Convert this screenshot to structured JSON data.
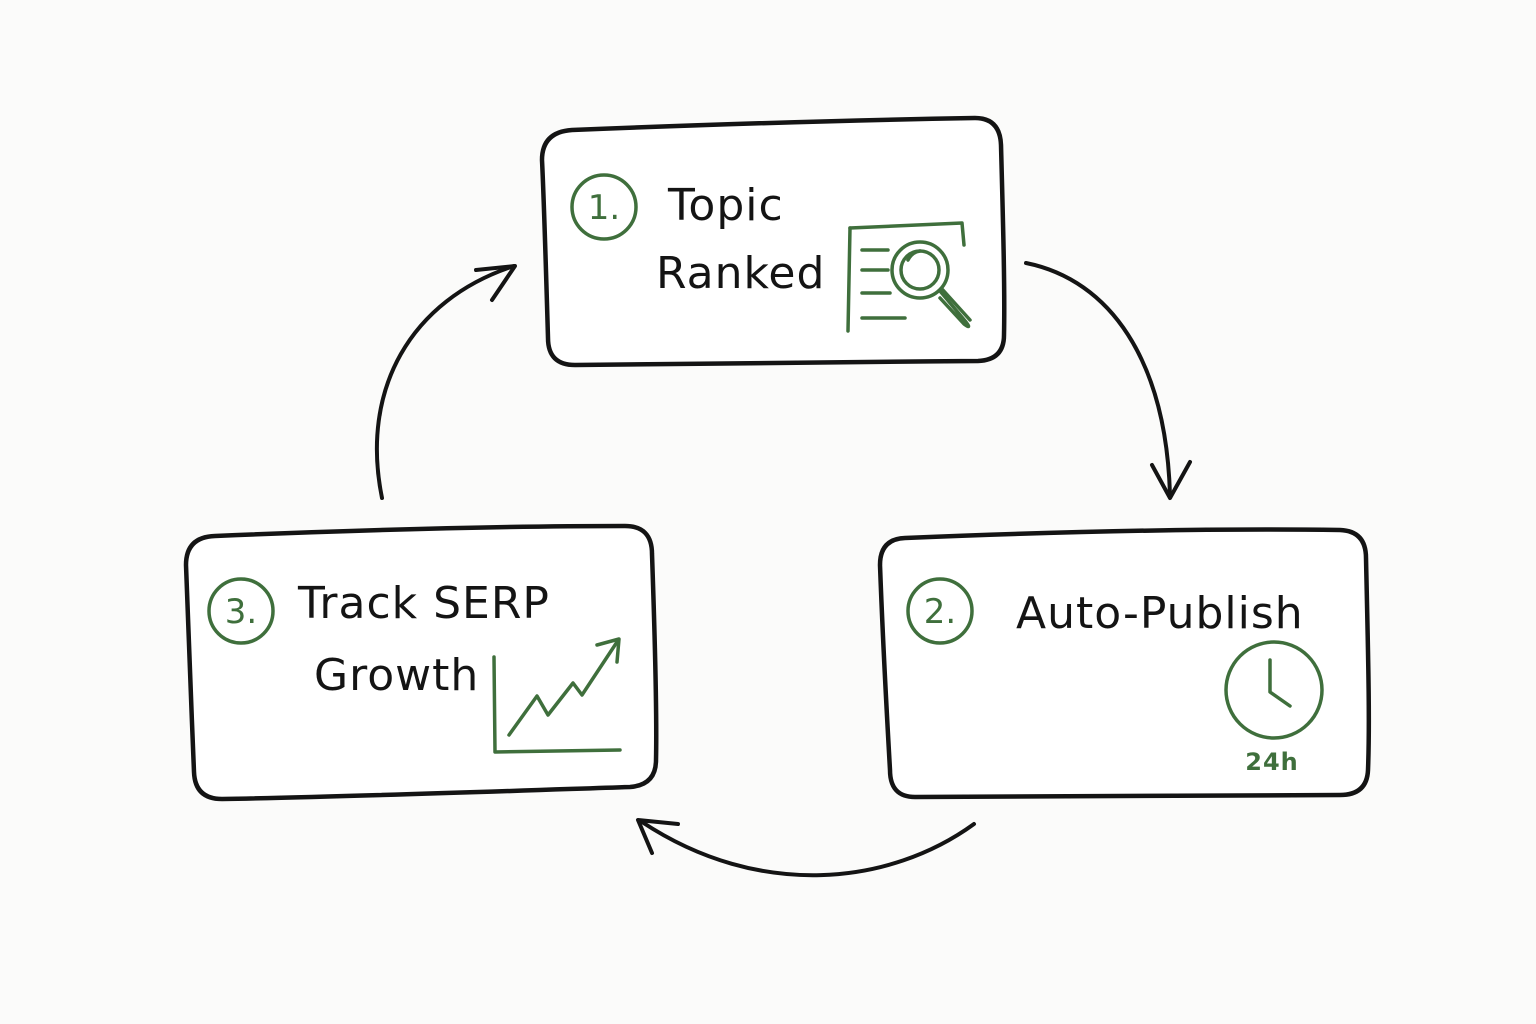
{
  "colors": {
    "ink": "#141414",
    "accent": "#3f6f3c",
    "background": "#fbfbfa"
  },
  "steps": [
    {
      "number": "1.",
      "label_lines": [
        "Topic",
        "Ranked"
      ],
      "icon": "document-magnifier-icon"
    },
    {
      "number": "2.",
      "label_lines": [
        "Auto-Publish"
      ],
      "icon": "clock-icon",
      "badge": "24h"
    },
    {
      "number": "3.",
      "label_lines": [
        "Track SERP",
        "Growth"
      ],
      "icon": "growth-chart-icon"
    }
  ],
  "cycle": [
    "step-1-to-step-2",
    "step-2-to-step-3",
    "step-3-to-step-1"
  ]
}
